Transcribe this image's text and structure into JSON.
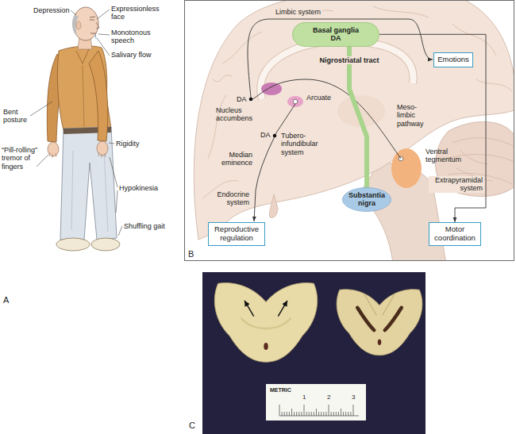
{
  "diagram": {
    "nodes": [
      {
        "text": [
          "Basal ganglia",
          "DA"
        ]
      },
      {
        "text": [
          "Emotions"
        ]
      },
      {
        "text": [
          "Substantia nigra"
        ]
      },
      {
        "text": [
          "Reproductive regulation"
        ]
      },
      {
        "text": [
          "Motor coordination"
        ]
      }
    ],
    "edges": [
      {
        "from": 0,
        "to": 4,
        "arrow": "to",
        "label": "Extrapyramidal system"
      },
      {
        "from": 2,
        "to": 0,
        "arrow": "none",
        "label": "Nigrostriatal tract"
      }
    ],
    "labels": [
      "A",
      "Depression",
      "Expressionless face",
      "Monotonous speech",
      "Salivary flow",
      "Bent posture",
      "“Pill-rolling” tremor of fingers",
      "Rigidity",
      "Hypokinesia",
      "Shuffling gait",
      "B",
      "Limbic system",
      "DA",
      "Nucleus accumbens",
      "Arcuate",
      "Meso-limbic pathway",
      "DA",
      "Tubero-infundibular system",
      "Median eminence",
      "Ventral tegmentum",
      "Endocrine system",
      "C",
      "METRIC",
      "1",
      "2",
      "3"
    ]
  }
}
